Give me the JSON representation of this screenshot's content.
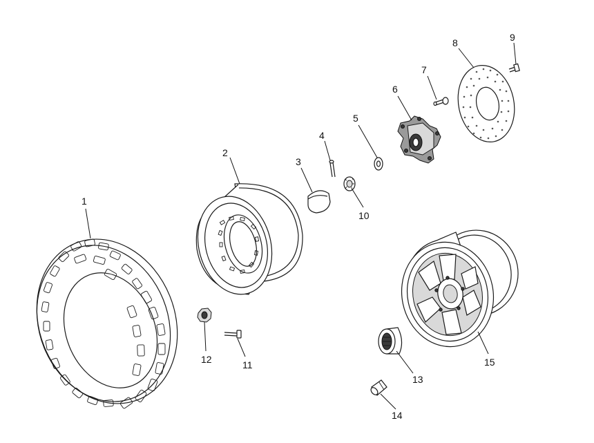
{
  "callouts": [
    {
      "number": "1",
      "part": "tire"
    },
    {
      "number": "2",
      "part": "rim-steel"
    },
    {
      "number": "3",
      "part": "hub-cap"
    },
    {
      "number": "4",
      "part": "cotter-pin"
    },
    {
      "number": "5",
      "part": "washer"
    },
    {
      "number": "6",
      "part": "wheel-hub"
    },
    {
      "number": "7",
      "part": "hub-bolt"
    },
    {
      "number": "8",
      "part": "brake-disc"
    },
    {
      "number": "9",
      "part": "disc-bolt"
    },
    {
      "number": "10",
      "part": "castle-nut"
    },
    {
      "number": "11",
      "part": "wheel-stud"
    },
    {
      "number": "12",
      "part": "lug-nut"
    },
    {
      "number": "13",
      "part": "center-cap"
    },
    {
      "number": "14",
      "part": "valve-stem"
    },
    {
      "number": "15",
      "part": "rim-alloy"
    }
  ]
}
